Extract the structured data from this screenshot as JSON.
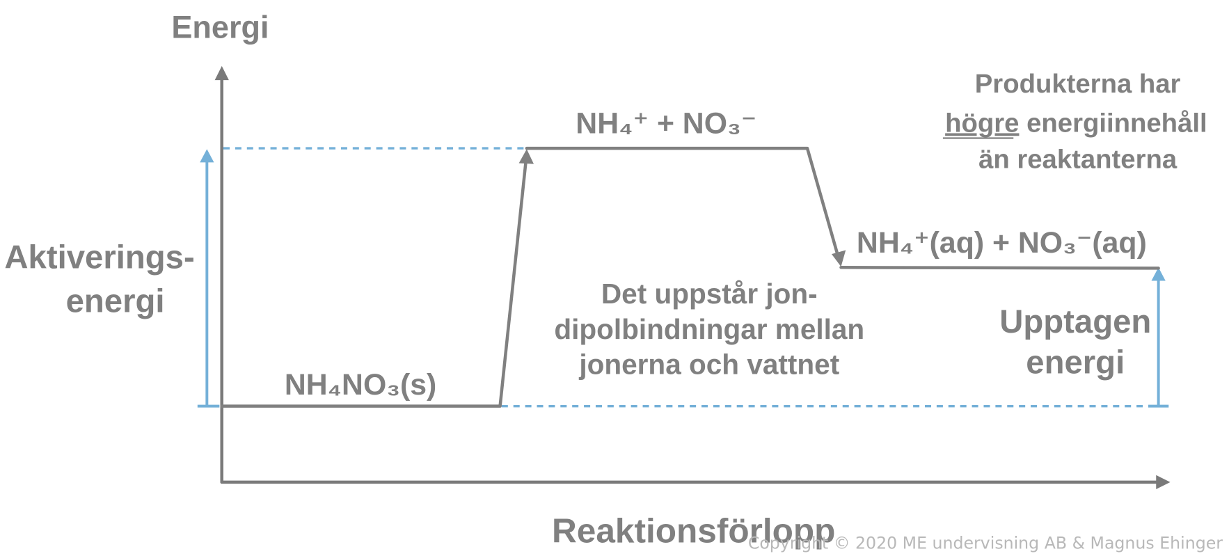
{
  "axes": {
    "y_label": "Energi",
    "x_label": "Reaktionsförlopp"
  },
  "states": {
    "reactant": "NH₄NO₃(s)",
    "intermediate": "NH₄⁺ + NO₃⁻",
    "product": "NH₄⁺(aq) + NO₃⁻(aq)"
  },
  "annotations": {
    "activation_energy": [
      "Aktiverings-",
      "energi"
    ],
    "absorbed_energy": [
      "Upptagen",
      "energi"
    ],
    "bonding_note": [
      "Det uppstår jon-",
      "dipolbindningar mellan",
      "jonerna och vattnet"
    ],
    "products_note": {
      "line1": "Produkterna har",
      "line2_underlined": "högre",
      "line2_rest": " energiinnehåll",
      "line3": "än reaktanterna"
    }
  },
  "copyright": "Copyright © 2020 ME undervisning AB & Magnus Ehinger",
  "colors": {
    "line": "#808080",
    "energy_marker": "#74b0d8",
    "copyright": "#b8b8b8"
  }
}
